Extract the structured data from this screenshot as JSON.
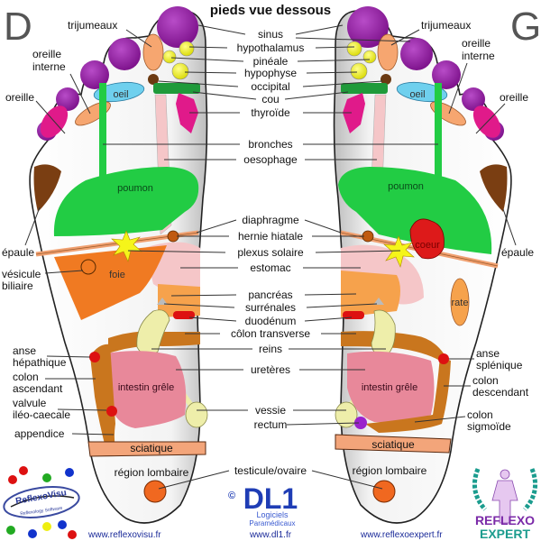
{
  "title": "pieds vue dessous",
  "foot_right_letter": "D",
  "foot_left_letter": "G",
  "center_labels": {
    "sinus": "sinus",
    "hypothalamus": "hypothalamus",
    "pineale": "pinéale",
    "hypophyse": "hypophyse",
    "occipital": "occipital",
    "cou": "cou",
    "thyroide": "thyroïde",
    "bronches": "bronches",
    "oesophage": "oesophage",
    "diaphragme": "diaphragme",
    "hernie_hiatale": "hernie hiatale",
    "plexus_solaire": "plexus solaire",
    "estomac": "estomac",
    "pancreas": "pancréas",
    "surrenales": "surrénales",
    "duodenum": "duodénum",
    "colon_transverse": "côlon transverse",
    "reins": "reins",
    "ureteres": "uretères",
    "vessie": "vessie",
    "rectum": "rectum",
    "testicule_ovaire": "testicule/ovaire"
  },
  "right_foot_labels": {
    "trijumeaux": "trijumeaux",
    "oreille_interne_1": "oreille",
    "oreille_interne_2": "interne",
    "oreille": "oreille",
    "epaule": "épaule",
    "vesicule_1": "vésicule",
    "vesicule_2": "biliaire",
    "anse_hepatique_1": "anse",
    "anse_hepatique_2": "hépathique",
    "colon_ascendant_1": "colon",
    "colon_ascendant_2": "ascendant",
    "valvule_1": "valvule",
    "valvule_2": "iléo-caecale",
    "appendice": "appendice"
  },
  "left_foot_labels": {
    "trijumeaux": "trijumeaux",
    "oreille_interne_1": "oreille",
    "oreille_interne_2": "interne",
    "oreille": "oreille",
    "epaule": "épaule",
    "anse_splenique_1": "anse",
    "anse_splenique_2": "splénique",
    "colon_descendant_1": "colon",
    "colon_descendant_2": "descendant",
    "colon_sigmoide_1": "colon",
    "colon_sigmoide_2": "sigmoïde"
  },
  "organ_labels": {
    "oeil": "oeil",
    "poumon": "poumon",
    "foie": "foie",
    "coeur": "coeur",
    "rate": "rate",
    "intestin": "intestin grêle",
    "sciatique": "sciatique",
    "region_lombaire": "région lombaire"
  },
  "logos": {
    "reflexovisu_name": "ReflexoVisu",
    "reflexovisu_sub": "Reflexology Software",
    "reflexovisu_url": "www.reflexovisu.fr",
    "dl1_copyright": "©",
    "dl1_name": "DL1",
    "dl1_line1": "Logiciels",
    "dl1_line2": "Paramédicaux",
    "dl1_url": "www.dl1.fr",
    "reflexoexpert_line1": "REFLEXO",
    "reflexoexpert_line2": "EXPERT",
    "reflexoexpert_url": "www.reflexoexpert.fr"
  },
  "colors": {
    "purple": "#8e1a9a",
    "yellow": "#f2f21e",
    "green": "#22cc44",
    "dark_green": "#1f9a3a",
    "pink": "#f5c6c8",
    "magenta": "#e01a8a",
    "orange": "#f07a22",
    "light_orange": "#f6a670",
    "brown": "#7a3e12",
    "colon_brown": "#c9761e",
    "kidney": "#eeeeaa",
    "intestine": "#e8889a",
    "red": "#dd1111",
    "blue": "#6fd0ee",
    "sciatic": "#f3a57a",
    "dl1_blue": "#1f3db5",
    "expert_purple": "#7b2aa8",
    "expert_teal": "#1b9c8e"
  }
}
